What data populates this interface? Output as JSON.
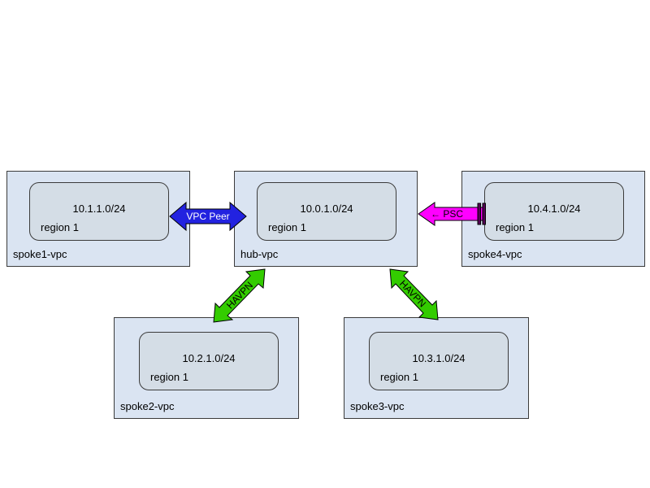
{
  "diagram": {
    "vpcs": [
      {
        "name": "spoke1-vpc",
        "subnet": "10.1.1.0/24",
        "region": "region 1"
      },
      {
        "name": "hub-vpc",
        "subnet": "10.0.1.0/24",
        "region": "region 1"
      },
      {
        "name": "spoke4-vpc",
        "subnet": "10.4.1.0/24",
        "region": "region 1"
      },
      {
        "name": "spoke2-vpc",
        "subnet": "10.2.1.0/24",
        "region": "region 1"
      },
      {
        "name": "spoke3-vpc",
        "subnet": "10.3.1.0/24",
        "region": "region 1"
      }
    ],
    "connections": [
      {
        "label": "VPC Peer",
        "type": "vpc-peering",
        "from": "spoke1-vpc",
        "to": "hub-vpc",
        "color": "#2222e0"
      },
      {
        "label": "← PSC",
        "type": "psc",
        "from": "spoke4-vpc",
        "to": "hub-vpc",
        "color": "#ff00ff"
      },
      {
        "label": "HAVPN",
        "type": "havpn",
        "from": "hub-vpc",
        "to": "spoke2-vpc",
        "color": "#33cc00"
      },
      {
        "label": "HAVPN",
        "type": "havpn",
        "from": "hub-vpc",
        "to": "spoke3-vpc",
        "color": "#33cc00"
      }
    ]
  },
  "colors": {
    "canvas_bg": "#ffffff",
    "vpc_fill": "#dae4f2",
    "subnet_fill": "#d4dde6",
    "border": "#3b3b3b",
    "vpc_peer_arrow": "#2222e0",
    "psc_arrow": "#ff00ff",
    "psc_bars": "#550055",
    "havpn_arrow": "#33cc00"
  }
}
